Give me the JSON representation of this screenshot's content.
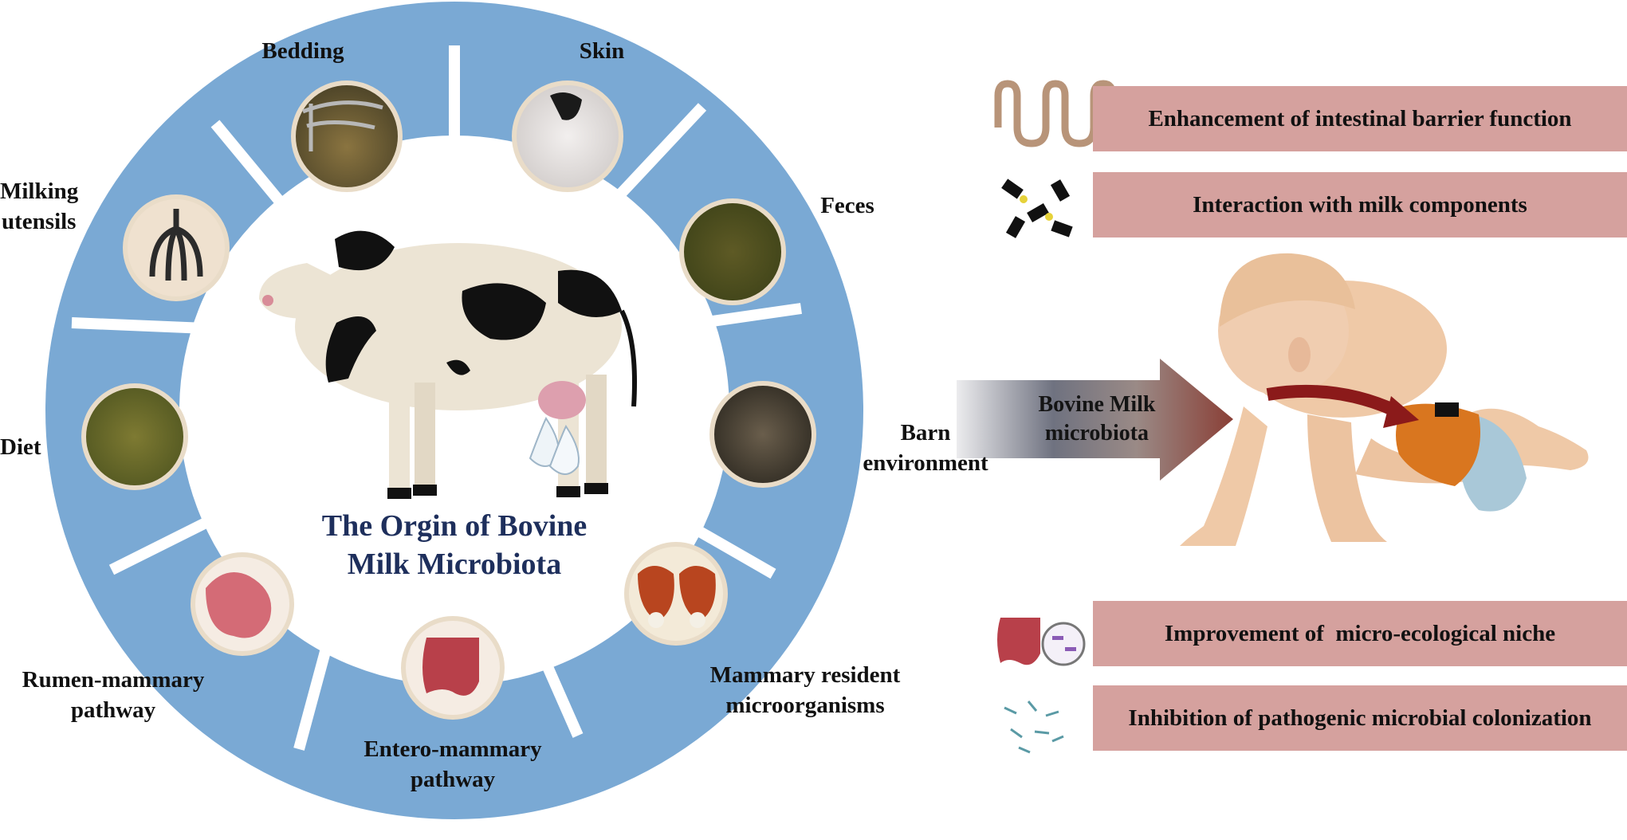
{
  "title": "The Orgin of Bovine Milk Microbiota",
  "title_lines": [
    "The Orgin of Bovine",
    "Milk Microbiota"
  ],
  "sources": {
    "bedding": "Bedding",
    "skin": "Skin",
    "feces": "Feces",
    "barn_line1": "Barn",
    "barn_line2": "environment",
    "mammary_line1": "Mammary resident",
    "mammary_line2": "microorganisms",
    "entero_line1": "Entero-mammary",
    "entero_line2": "pathway",
    "rumen_line1": "Rumen-mammary",
    "rumen_line2": "pathway",
    "diet": "Diet",
    "milking_line1": "Milking",
    "milking_line2": "utensils"
  },
  "arrow_label_lines": [
    "Bovine Milk",
    "microbiota"
  ],
  "effects": [
    {
      "label": "Enhancement of intestinal barrier function",
      "icon": "intestinal-villi-icon"
    },
    {
      "label": "Interaction with milk components",
      "icon": "milk-components-icon"
    },
    {
      "label": "Improvement of  micro-ecological niche",
      "icon": "gut-microbe-icon"
    },
    {
      "label": "Inhibition of pathogenic microbial colonization",
      "icon": "bacteria-icon"
    }
  ],
  "colors": {
    "ring": "#7aa9d4",
    "ring_separator": "#ffffff",
    "effect_box": "#d5a19e",
    "title_text": "#1e2f5c",
    "arrow_start": "#e8e8ea",
    "arrow_end": "#8a3f36",
    "gut_arrow": "#8b1a1a"
  }
}
